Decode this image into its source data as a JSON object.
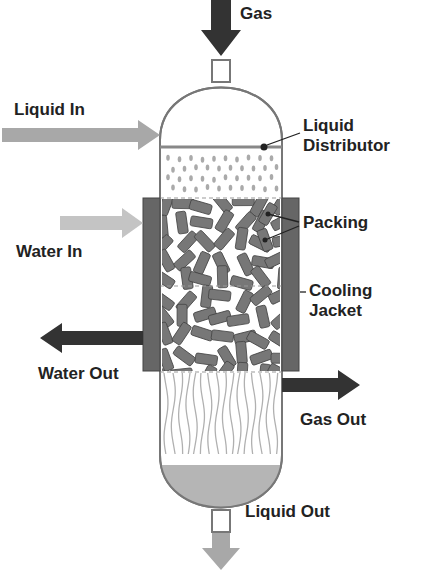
{
  "diagram": {
    "labels": [
      "Gas",
      "Liquid In",
      "Liquid Distributor",
      "Packing",
      "Water In",
      "Cooling Jacket",
      "Water Out",
      "Gas Out",
      "Liquid Out"
    ]
  }
}
